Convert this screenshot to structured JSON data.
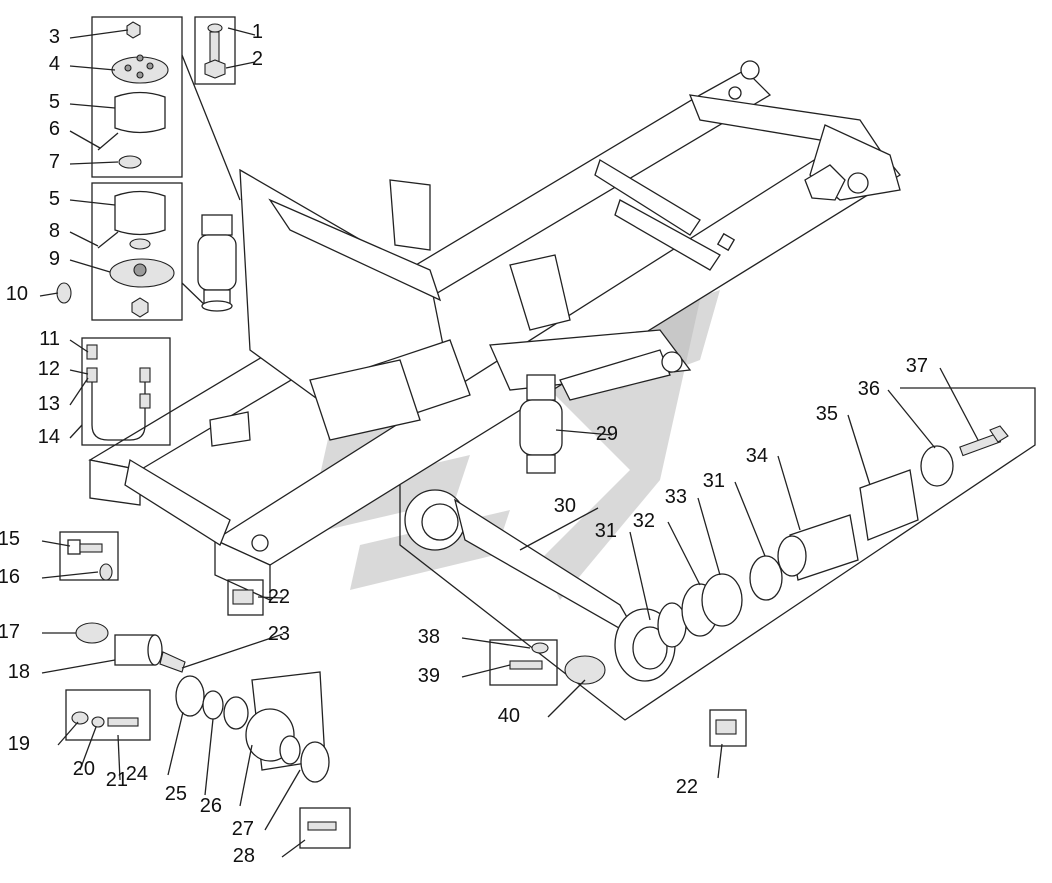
{
  "callouts": [
    "1",
    "2",
    "3",
    "4",
    "5",
    "6",
    "7",
    "5",
    "8",
    "9",
    "10",
    "11",
    "12",
    "13",
    "14",
    "15",
    "16",
    "17",
    "18",
    "19",
    "20",
    "21",
    "22",
    "23",
    "24",
    "25",
    "26",
    "27",
    "28",
    "29",
    "30",
    "31",
    "32",
    "33",
    "31",
    "34",
    "35",
    "36",
    "37",
    "38",
    "39",
    "40",
    "22"
  ],
  "colors": {
    "line": "#222222",
    "shade": "#e3e3e3",
    "dark": "#9a9a9a",
    "watermark": "#b9b9b9",
    "background": "#ffffff"
  }
}
